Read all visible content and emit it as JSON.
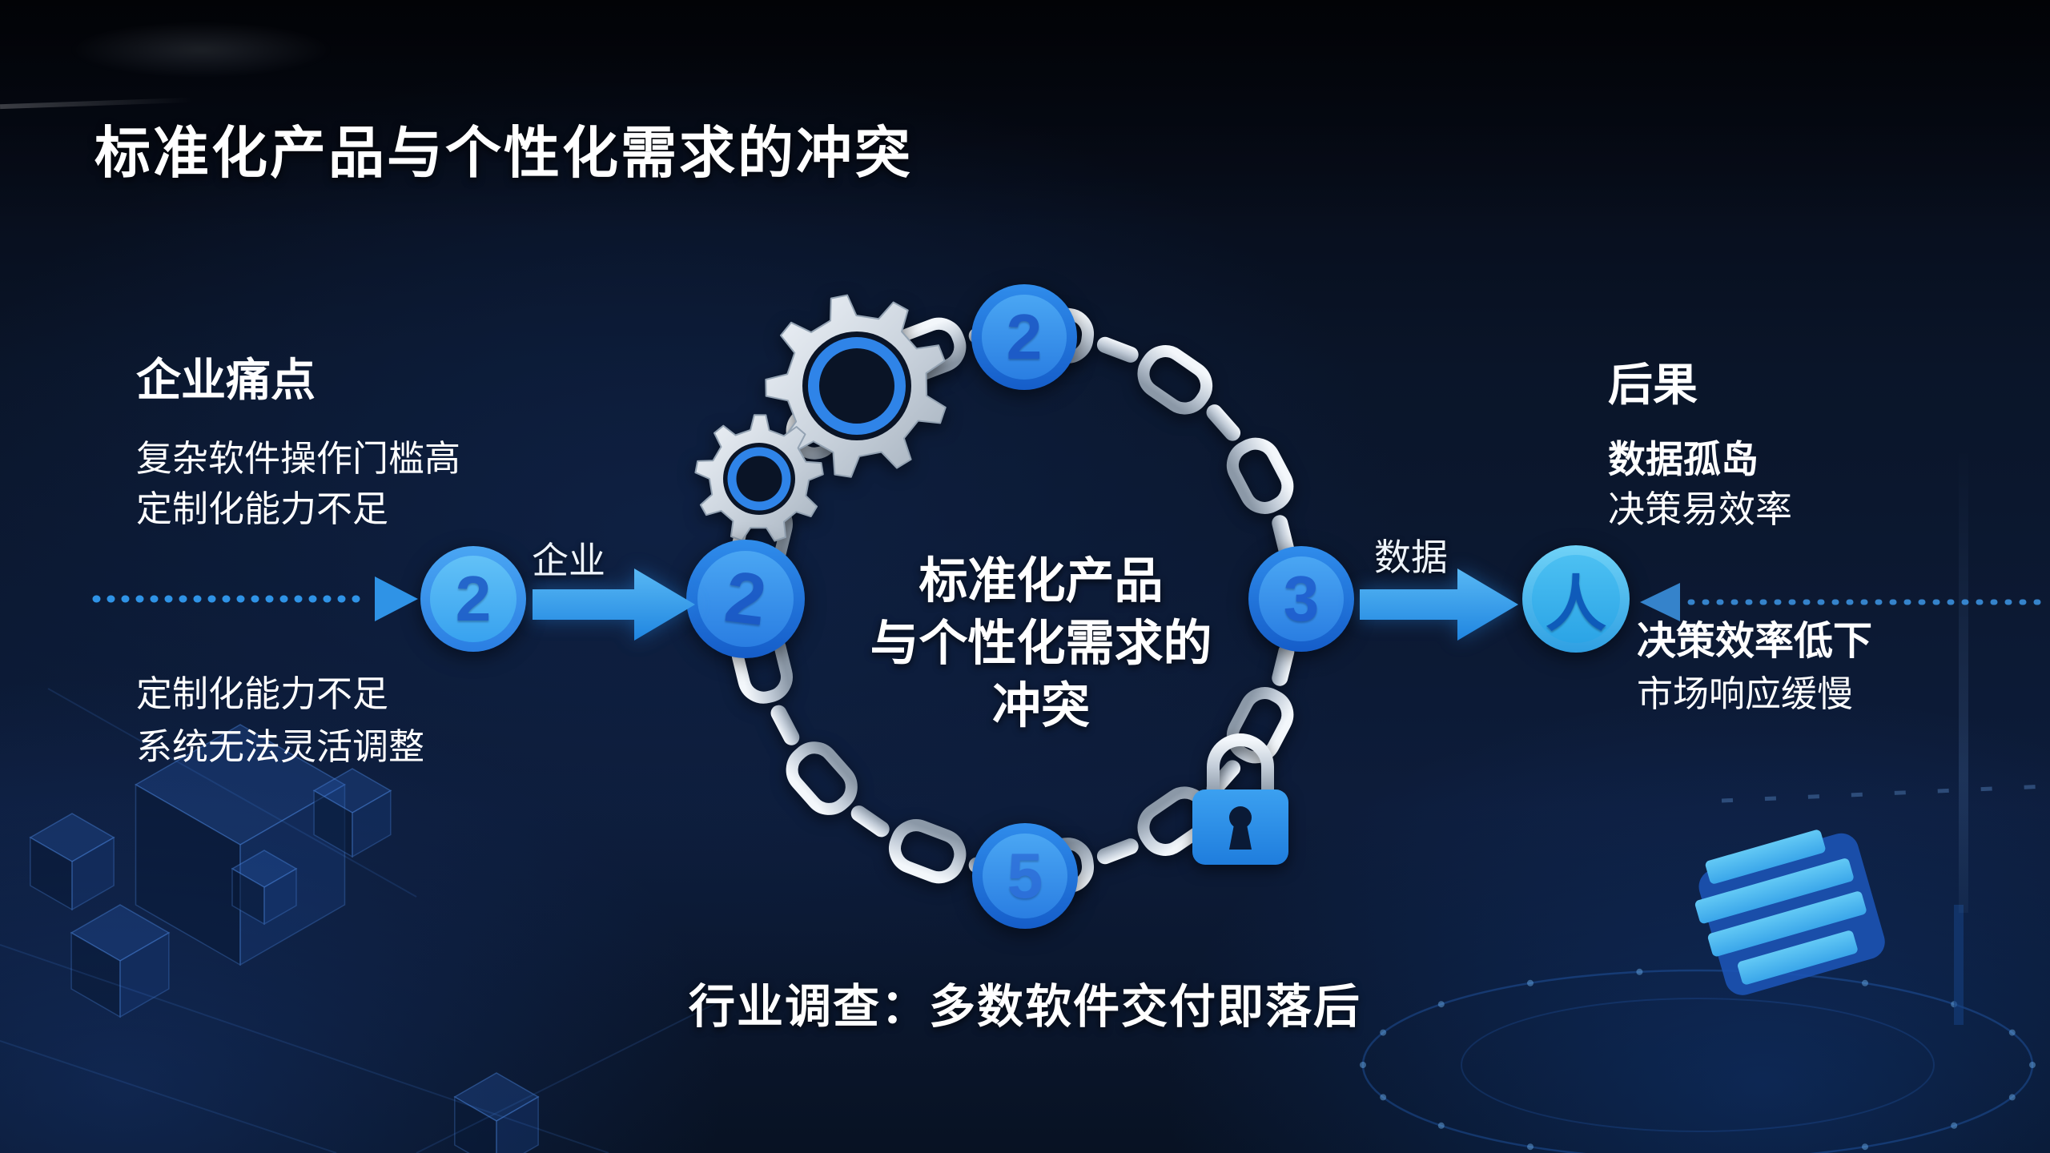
{
  "title": "标准化产品与个性化需求的冲突",
  "pain_points": {
    "heading": "企业痛点",
    "line1": "复杂软件操作门槛高",
    "line2": "定制化能力不足"
  },
  "pain_points_secondary": {
    "line1": "定制化能力不足",
    "line2": "系统无法灵活调整"
  },
  "consequences": {
    "heading": "后果",
    "line1": "数据孤岛",
    "line2": "决策易效率"
  },
  "consequences_secondary": {
    "line1": "决策效率低下",
    "line2": "市场响应缓慢"
  },
  "center_conflict": {
    "line1": "标准化产品",
    "line2": "与个性化需求的",
    "line3": "冲突"
  },
  "flow": {
    "arrow1_label": "企业",
    "arrow2_label": "数据",
    "entry_node_glyph": "2",
    "mid_node_glyph": "2",
    "top_node_glyph": "2",
    "right_node_glyph": "3",
    "bottom_node_glyph": "5",
    "person_node_glyph": "人"
  },
  "footer_banner": "行业调查：多数软件交付即落后",
  "colors": {
    "accent_blue": "#2f97ea",
    "node_blue": "#2079e2",
    "node_cyan": "#3fbcf2",
    "chain_silver": "#cdd6e0",
    "lock_blue": "#2a8fe9",
    "background_navy": "#0b1730",
    "logo_blue": "#55c0f0"
  }
}
